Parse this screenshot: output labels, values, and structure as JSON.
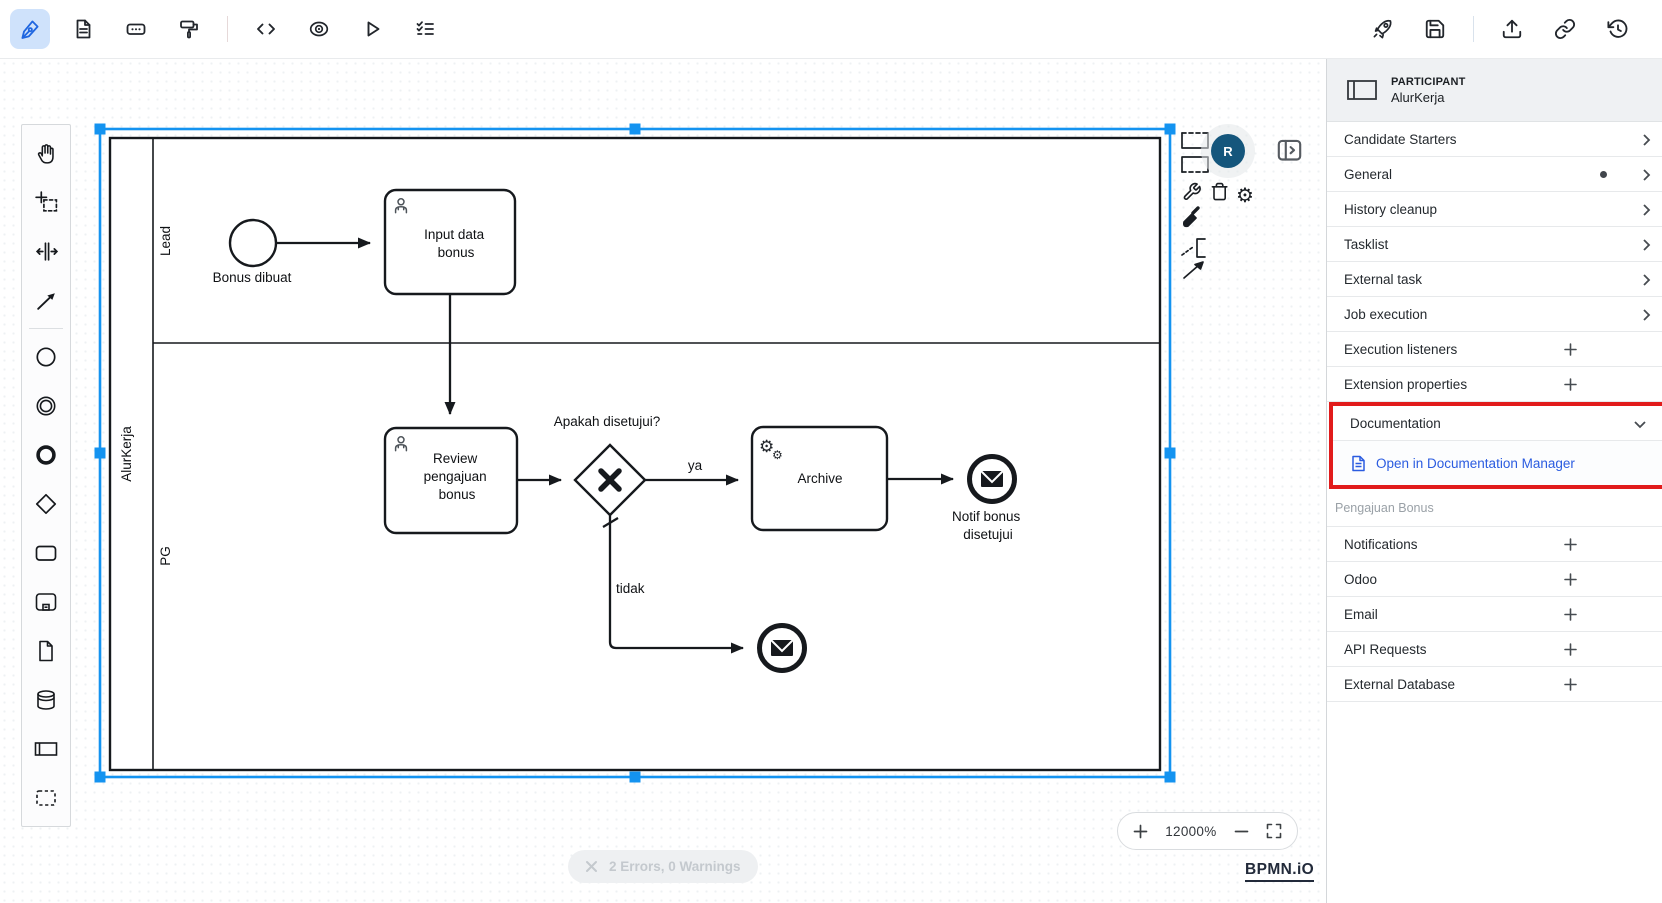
{
  "toolbar": {
    "left_tools": [
      "design-tool",
      "form-editor",
      "input-dialog",
      "theme-painter",
      "code-view",
      "preview-toggle",
      "run-process",
      "task-checklist"
    ],
    "active_tool": "design-tool",
    "right_tools": [
      "deploy-rocket",
      "save",
      "share-upload",
      "copy-link",
      "version-history"
    ]
  },
  "palette": {
    "tools": [
      "hand-tool",
      "lasso-tool",
      "space-tool",
      "global-connect-tool",
      "create-start-event",
      "create-intermediate-event",
      "create-end-event",
      "create-gateway",
      "create-task",
      "create-subprocess",
      "create-data-object",
      "create-data-store",
      "create-participant",
      "create-group"
    ]
  },
  "canvas": {
    "avatar_initial": "R",
    "context_pad": [
      "insert-lane-above",
      "insert-lane-below",
      "wrench-tool",
      "delete-trash",
      "settings-gear",
      "format-brush",
      "text-annotation",
      "connect-arrow"
    ],
    "zoom": {
      "level": "12000%"
    },
    "status_badge": {
      "text": "2 Errors, 0 Warnings"
    },
    "logo": "BPMN.iO"
  },
  "diagram": {
    "type": "bpmn",
    "pool": {
      "name": "AlurKerja",
      "lanes": [
        "Lead",
        "PG"
      ]
    },
    "labels": {
      "pool": "AlurKerja",
      "lane_top": "Lead",
      "lane_bottom": "PG",
      "start_event": "Bonus dibuat",
      "task_input": [
        "Input data",
        "bonus"
      ],
      "task_review": [
        "Review",
        "pengajuan",
        "bonus"
      ],
      "gateway": "Apakah disetujui?",
      "flow_yes": "ya",
      "flow_no": "tidak",
      "task_archive": "Archive",
      "end_notif": [
        "Notif bonus",
        "disetujui"
      ]
    },
    "elements": [
      {
        "type": "start-event",
        "name": "Bonus dibuat",
        "lane": "Lead"
      },
      {
        "type": "user-task",
        "name": "Input data bonus",
        "lane": "Lead"
      },
      {
        "type": "user-task",
        "name": "Review pengajuan bonus",
        "lane": "PG"
      },
      {
        "type": "exclusive-gateway",
        "name": "Apakah disetujui?",
        "lane": "PG"
      },
      {
        "type": "service-task",
        "name": "Archive",
        "lane": "PG"
      },
      {
        "type": "message-end-event",
        "name": "Notif bonus disetujui",
        "lane": "PG"
      },
      {
        "type": "message-end-event",
        "name": "",
        "lane": "PG"
      }
    ],
    "flows": [
      {
        "from": "Bonus dibuat",
        "to": "Input data bonus"
      },
      {
        "from": "Input data bonus",
        "to": "Review pengajuan bonus"
      },
      {
        "from": "Review pengajuan bonus",
        "to": "Apakah disetujui?"
      },
      {
        "from": "Apakah disetujui?",
        "to": "Archive",
        "label": "ya"
      },
      {
        "from": "Apakah disetujui?",
        "to": "message-end-event-2",
        "label": "tidak",
        "default": true
      },
      {
        "from": "Archive",
        "to": "Notif bonus disetujui"
      }
    ]
  },
  "panel": {
    "header": {
      "type": "PARTICIPANT",
      "name": "AlurKerja"
    },
    "sections": [
      {
        "label": "Candidate Starters",
        "control": "chevron"
      },
      {
        "label": "General",
        "control": "chevron",
        "has_dot": true
      },
      {
        "label": "History cleanup",
        "control": "chevron"
      },
      {
        "label": "Tasklist",
        "control": "chevron"
      },
      {
        "label": "External task",
        "control": "chevron"
      },
      {
        "label": "Job execution",
        "control": "chevron"
      },
      {
        "label": "Execution listeners",
        "control": "plus"
      },
      {
        "label": "Extension properties",
        "control": "plus"
      }
    ],
    "documentation": {
      "label": "Documentation",
      "expanded": true,
      "link_label": "Open in Documentation Manager",
      "value": "Pengajuan Bonus",
      "highlight_color": "#e11b1b"
    },
    "sections_after": [
      {
        "label": "Notifications",
        "control": "plus"
      },
      {
        "label": "Odoo",
        "control": "plus"
      },
      {
        "label": "Email",
        "control": "plus"
      },
      {
        "label": "API Requests",
        "control": "plus"
      },
      {
        "label": "External Database",
        "control": "plus"
      }
    ]
  },
  "colors": {
    "selection_blue": "#1493f0",
    "active_tool_blue": "#1f66e0",
    "highlight_red": "#e11b1b",
    "link_blue": "#2b5ce0"
  }
}
